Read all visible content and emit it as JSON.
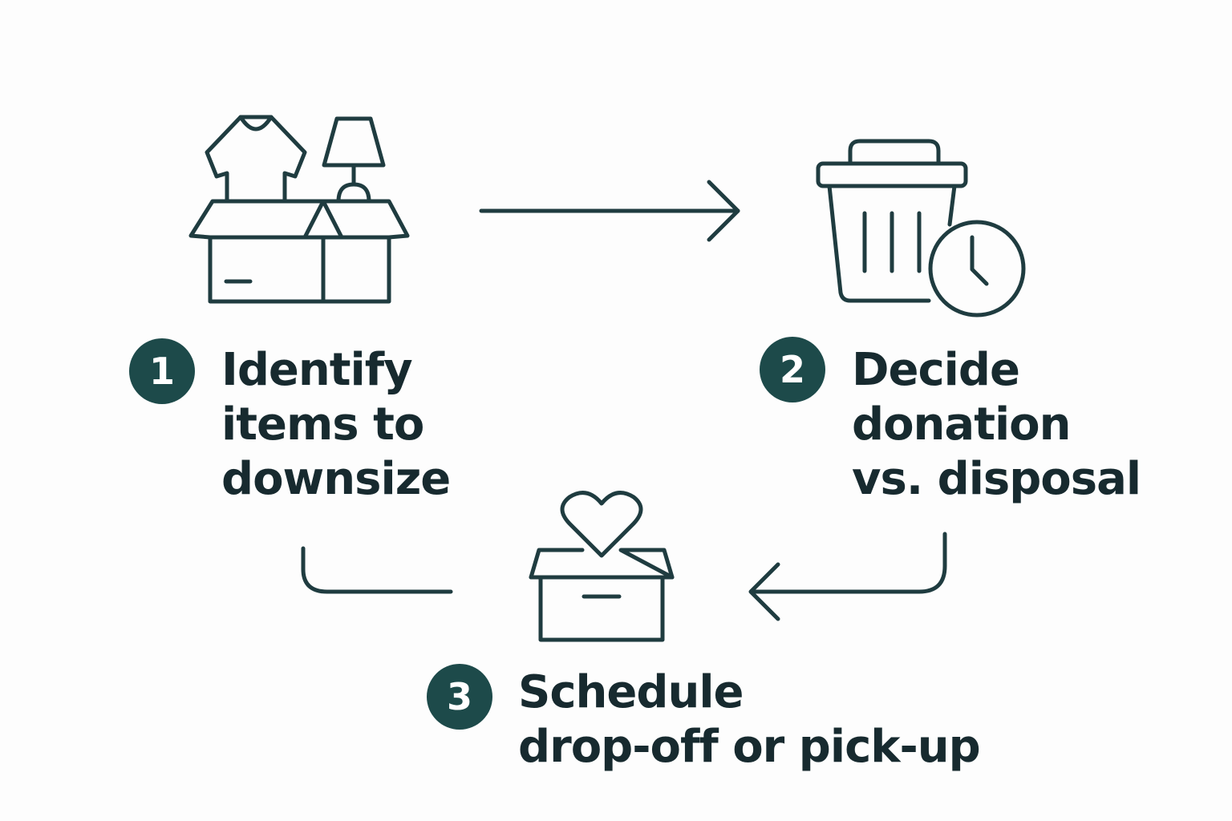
{
  "palette": {
    "background": "#fdfdfd",
    "stroke": "#1f3c40",
    "badge": "#1d4a4a",
    "text": "#172a2f"
  },
  "steps": [
    {
      "number": "1",
      "lines": [
        "Identify",
        "items to",
        "downsize"
      ],
      "icon": "box-with-clothes-and-lamp-icon"
    },
    {
      "number": "2",
      "lines": [
        "Decide",
        "donation",
        "vs. disposal"
      ],
      "icon": "trash-can-with-clock-icon"
    },
    {
      "number": "3",
      "lines": [
        "Schedule",
        "drop-off or pick-up"
      ],
      "icon": "donation-box-with-heart-icon"
    }
  ],
  "connectors": [
    {
      "from": "1",
      "to": "2",
      "icon": "arrow-right-icon"
    },
    {
      "from": "2",
      "to": "3",
      "icon": "arrow-left-curved-icon"
    },
    {
      "from": "3",
      "to": "1",
      "icon": "connector-curve-icon"
    }
  ]
}
